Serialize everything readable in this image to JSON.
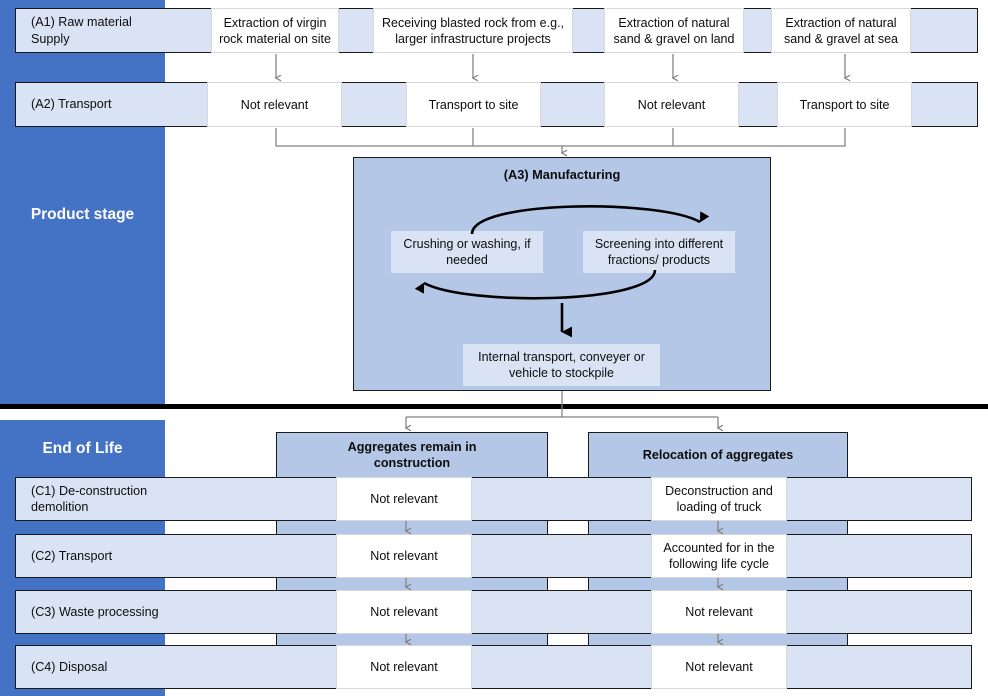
{
  "diagram": {
    "title": "Aggregates life cycle stages flow diagram",
    "colors": {
      "sidebar_blue": "#4472C4",
      "band_light": "#DAE3F3",
      "band_mid": "#B4C7E7",
      "arrow_grey": "#808080",
      "arrow_black": "#000000",
      "text": "#0D0D0D"
    }
  },
  "stages": {
    "product": {
      "label": "Product stage"
    },
    "end_of_life": {
      "label": "End of Life"
    }
  },
  "rows": {
    "a1": {
      "label": "(A1) Raw material Supply",
      "label_line1": "(A1) Raw material",
      "label_line2": "Supply",
      "cells": [
        {
          "line1": "Extraction of virgin",
          "line2": "rock material on site"
        },
        {
          "line1": "Receiving blasted rock from e.g.,",
          "line2": "larger infrastructure projects"
        },
        {
          "line1": "Extraction of natural",
          "line2": "sand & gravel on land"
        },
        {
          "line1": "Extraction of natural",
          "line2": "sand & gravel at sea"
        }
      ]
    },
    "a2": {
      "label": "(A2) Transport",
      "cells": [
        {
          "line1": "Not relevant",
          "line2": ""
        },
        {
          "line1": "Transport to site",
          "line2": ""
        },
        {
          "line1": "Not relevant",
          "line2": ""
        },
        {
          "line1": "Transport to site",
          "line2": ""
        }
      ]
    },
    "a3": {
      "title": "(A3) Manufacturing",
      "boxes": [
        {
          "line1": "Crushing or washing, if",
          "line2": "needed"
        },
        {
          "line1": "Screening into different",
          "line2": "fractions/ products"
        },
        {
          "line1": "Internal transport, conveyer or",
          "line2": "vehicle to stockpile"
        }
      ]
    },
    "eol_headers": [
      {
        "line1": "Aggregates remain in",
        "line2": "construction"
      },
      {
        "line1": "Relocation of aggregates",
        "line2": ""
      }
    ],
    "c1": {
      "label": "(C1) De-construction demolition",
      "label_line1": "(C1) De-construction",
      "label_line2": "demolition",
      "cells": [
        {
          "line1": "Not relevant",
          "line2": ""
        },
        {
          "line1": "Deconstruction and",
          "line2": "loading of truck"
        }
      ]
    },
    "c2": {
      "label": "(C2) Transport",
      "cells": [
        {
          "line1": "Not relevant",
          "line2": ""
        },
        {
          "line1": "Accounted for in the",
          "line2": "following life cycle"
        }
      ]
    },
    "c3": {
      "label": "(C3) Waste processing",
      "cells": [
        {
          "line1": "Not relevant",
          "line2": ""
        },
        {
          "line1": "Not relevant",
          "line2": ""
        }
      ]
    },
    "c4": {
      "label": "(C4) Disposal",
      "cells": [
        {
          "line1": "Not relevant",
          "line2": ""
        },
        {
          "line1": "Not relevant",
          "line2": ""
        }
      ]
    }
  }
}
